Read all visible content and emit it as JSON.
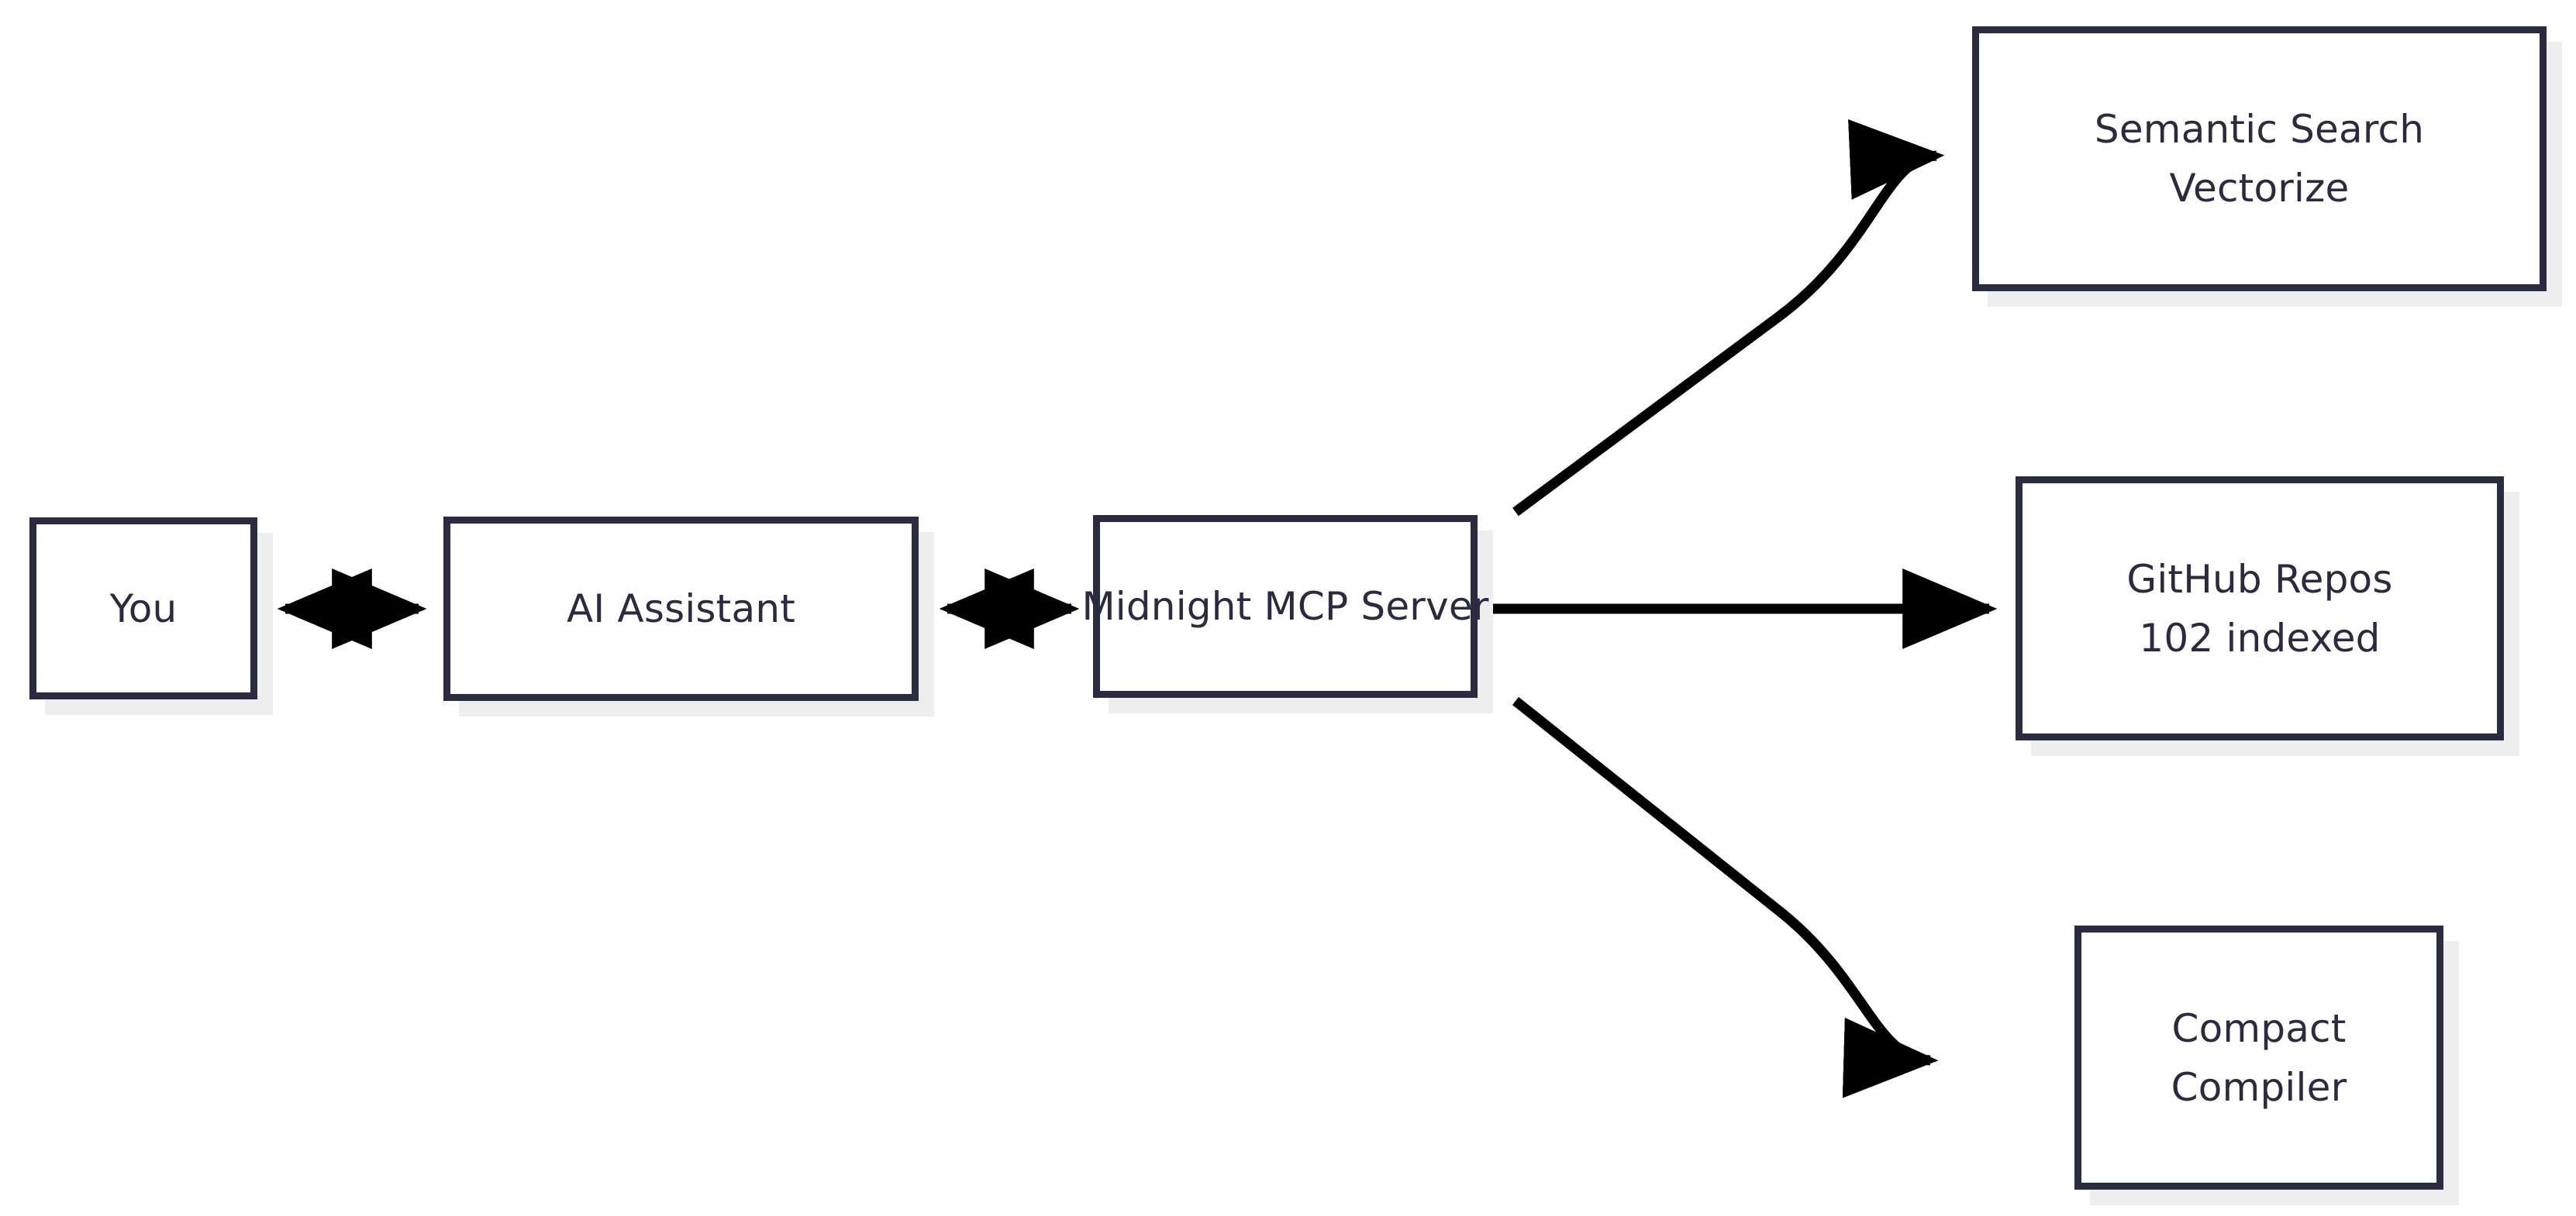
{
  "diagram": {
    "type": "flowchart",
    "orientation": "left-to-right",
    "background_color": "#ffffff",
    "node_border_color": "#2a2a40",
    "node_fill_color": "#ffffff",
    "node_shadow_color": "#eeeeee",
    "edge_color": "#000000",
    "nodes": [
      {
        "id": "you",
        "lines": [
          "You"
        ]
      },
      {
        "id": "assistant",
        "lines": [
          "AI Assistant"
        ]
      },
      {
        "id": "mcp",
        "lines": [
          "Midnight MCP Server"
        ]
      },
      {
        "id": "semantic",
        "lines": [
          "Semantic Search",
          "Vectorize"
        ]
      },
      {
        "id": "github",
        "lines": [
          "GitHub Repos",
          "102 indexed"
        ]
      },
      {
        "id": "compiler",
        "lines": [
          "Compact",
          "Compiler"
        ]
      }
    ],
    "edges": [
      {
        "id": "you-assistant",
        "from": "you",
        "to": "assistant",
        "direction": "bidirectional",
        "style": "straight"
      },
      {
        "id": "assistant-mcp",
        "from": "assistant",
        "to": "mcp",
        "direction": "bidirectional",
        "style": "straight"
      },
      {
        "id": "mcp-semantic",
        "from": "mcp",
        "to": "semantic",
        "direction": "unidirectional",
        "style": "curved"
      },
      {
        "id": "mcp-github",
        "from": "mcp",
        "to": "github",
        "direction": "unidirectional",
        "style": "straight"
      },
      {
        "id": "mcp-compiler",
        "from": "mcp",
        "to": "compiler",
        "direction": "unidirectional",
        "style": "curved"
      }
    ]
  }
}
